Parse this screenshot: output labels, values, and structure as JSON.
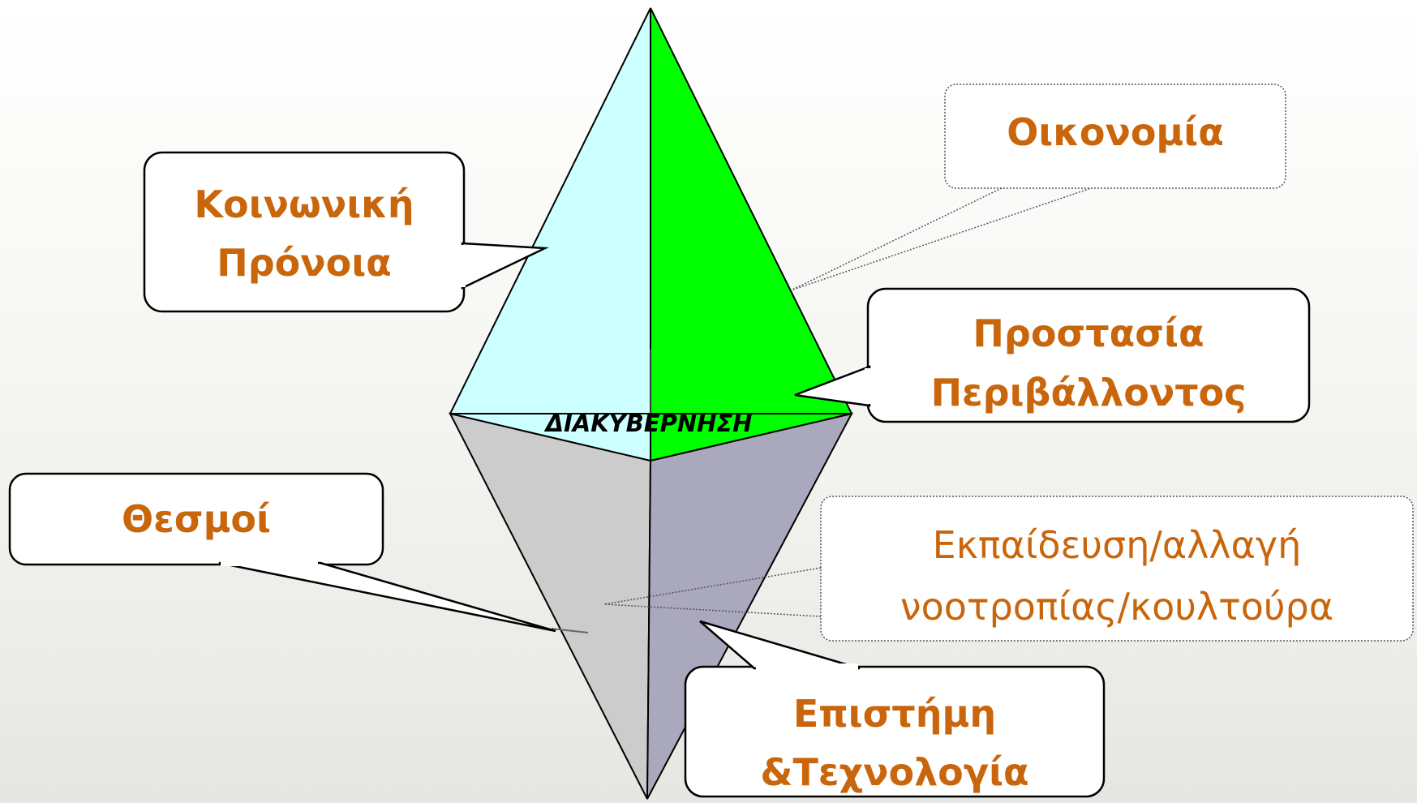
{
  "center_label": "ΔΙΑΚΥΒΕΡΝΗΣΗ",
  "callouts": {
    "social_welfare": [
      "Κοινωνική",
      "Πρόνοια"
    ],
    "economy": [
      "Οικονομία"
    ],
    "environment": [
      "Προστασία",
      "Περιβάλλοντος"
    ],
    "institutions": [
      "Θεσμοί"
    ],
    "education": [
      "Εκπαίδευση/αλλαγή",
      "νοοτροπίας/κουλτούρα"
    ],
    "science": [
      "Επιστήμη",
      "&Τεχνολογία"
    ]
  },
  "colors": {
    "face_light_cyan": "#ccffff",
    "face_green": "#00ff00",
    "face_light_gray": "#cccccc",
    "face_blue_gray": "#a9a8bc",
    "label_orange": "#c9650b",
    "outline": "#000000"
  }
}
